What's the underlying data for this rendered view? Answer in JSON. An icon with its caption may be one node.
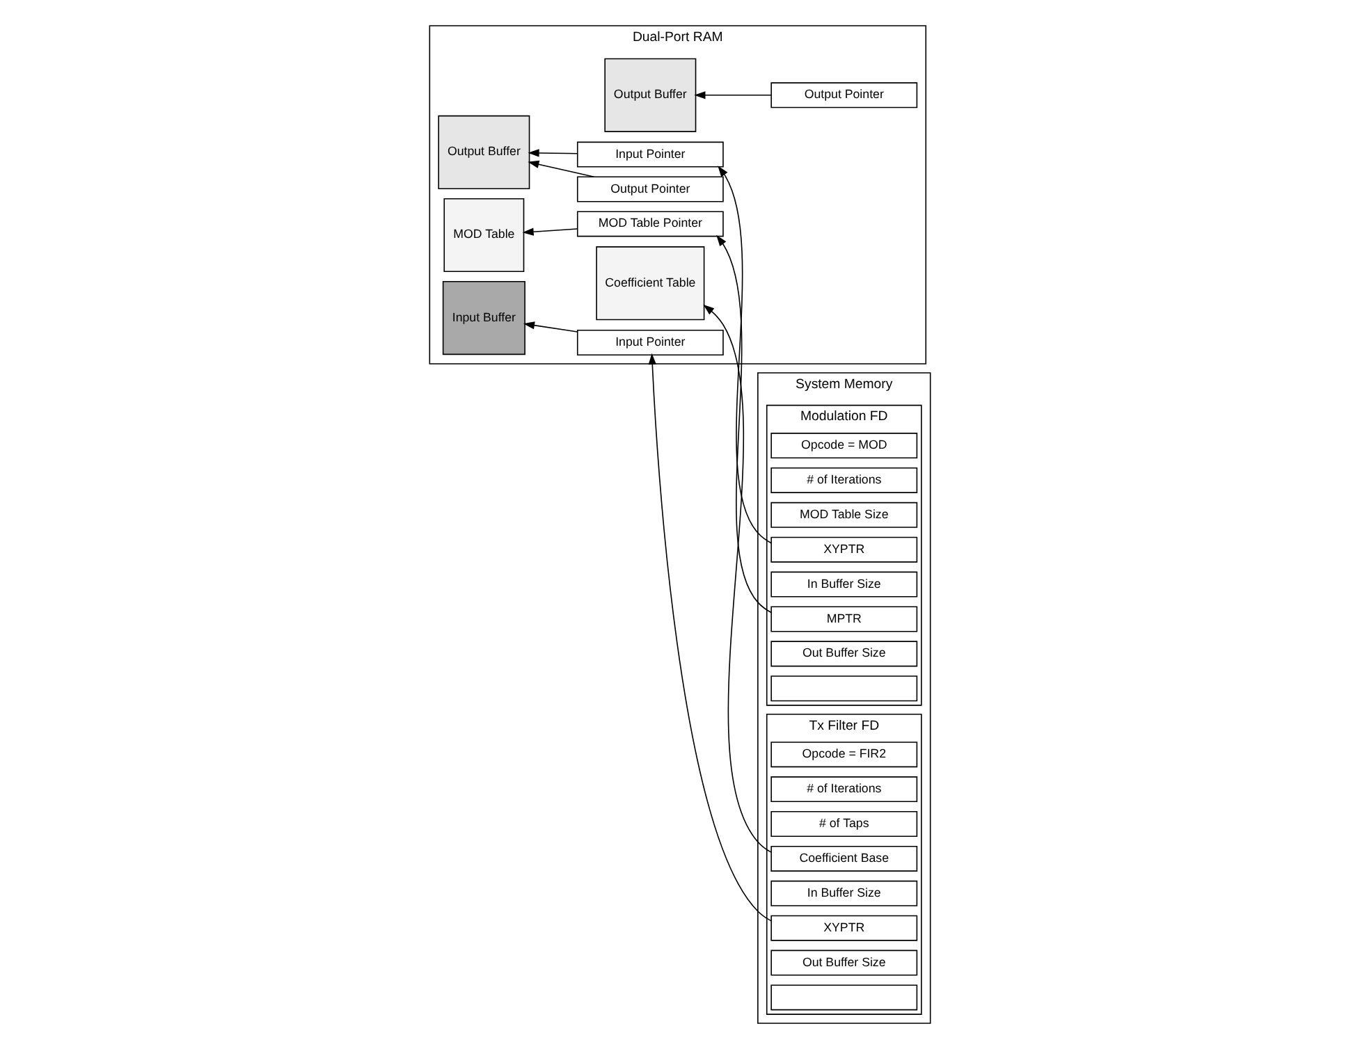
{
  "diagram": {
    "nodes": [
      {
        "text": [
          "Dual-Port RAM"
        ]
      },
      {
        "text": [
          "Output Buffer"
        ],
        "in": 0
      },
      {
        "text": [
          "Coefficient Table"
        ],
        "in": 0
      },
      {
        "text": [
          "Input Buffer"
        ],
        "in": 0
      },
      {
        "text": [
          "Input Pointer"
        ],
        "in": 0
      },
      {
        "text": [
          "Output Pointer"
        ],
        "in": 0
      },
      {
        "text": [
          "MOD Table Pointer"
        ],
        "in": 0
      },
      {
        "text": [
          "MOD Table"
        ],
        "in": 0
      },
      {
        "text": [
          "Output Buffer"
        ],
        "in": 0
      },
      {
        "text": [
          "Input Pointer"
        ],
        "in": 0
      },
      {
        "text": [
          "Output Pointer"
        ],
        "in": 0
      },
      {
        "text": [
          "System Memory"
        ]
      },
      {
        "text": [
          "Tx Filter FD"
        ],
        "in": 11
      },
      {
        "text": [
          "Opcode = FIR2"
        ],
        "in": 12
      },
      {
        "text": [
          "# of Iterations"
        ],
        "in": 12
      },
      {
        "text": [
          "# of Taps"
        ],
        "in": 12
      },
      {
        "text": [
          "Coefficient Base"
        ],
        "in": 12
      },
      {
        "text": [
          "In Buffer Size"
        ],
        "in": 12
      },
      {
        "text": [
          "XYPTR"
        ],
        "in": 12
      },
      {
        "text": [
          "Out Buffer Size"
        ],
        "in": 12
      },
      {
        "text": [],
        "shape": "box",
        "in": 12
      },
      {
        "text": [
          "Modulation FD"
        ],
        "in": 11
      },
      {
        "text": [
          "Opcode = MOD"
        ],
        "in": 21
      },
      {
        "text": [
          "# of Iterations"
        ],
        "in": 21
      },
      {
        "text": [
          "MOD Table Size"
        ],
        "in": 21
      },
      {
        "text": [
          "MPTR"
        ],
        "in": 21
      },
      {
        "text": [
          "In Buffer Size"
        ],
        "in": 21
      },
      {
        "text": [
          "XYPTR"
        ],
        "in": 21
      },
      {
        "text": [
          "Out Buffer Size"
        ],
        "in": 21
      },
      {
        "text": [],
        "shape": "box",
        "in": 21
      }
    ],
    "edges": [
      {
        "from": 16,
        "to": 2,
        "arrow": "to"
      },
      {
        "from": 18,
        "to": 4,
        "arrow": "to"
      },
      {
        "from": 4,
        "to": 3,
        "arrow": "to"
      },
      {
        "from": 5,
        "to": 1,
        "arrow": "to"
      },
      {
        "from": 9,
        "to": 1,
        "arrow": "to"
      },
      {
        "from": 10,
        "to": 8,
        "arrow": "to"
      },
      {
        "from": 6,
        "to": 7,
        "arrow": "to"
      },
      {
        "from": 25,
        "to": 6,
        "arrow": "to"
      },
      {
        "from": 27,
        "to": 9,
        "arrow": "to"
      }
    ]
  }
}
